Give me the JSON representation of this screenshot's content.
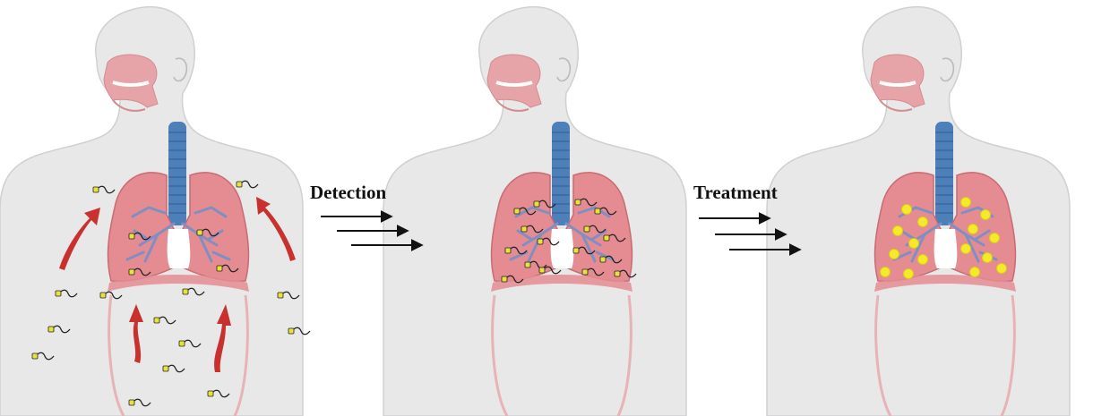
{
  "steps": {
    "detection_label": "Detection",
    "treatment_label": "Treatment"
  },
  "panels": [
    {
      "id": "spread",
      "description_icon": "body-with-circulating-particles"
    },
    {
      "id": "detection",
      "description_icon": "lungs-with-bound-particles"
    },
    {
      "id": "treatment",
      "description_icon": "lungs-with-treated-particles"
    }
  ],
  "colors": {
    "skin": "#e8e8e9",
    "skin_outline": "#cfd0d2",
    "lung": "#e48c92",
    "lung_dark": "#c86b73",
    "trachea": "#4d7fb8",
    "bronchi": "#7f8fc2",
    "airway_pink": "#e6a4a8",
    "particle": "#e8e23a",
    "treated_particle": "#f5ea2a",
    "arrow_red": "#c8312e",
    "arrow_black": "#111111"
  }
}
